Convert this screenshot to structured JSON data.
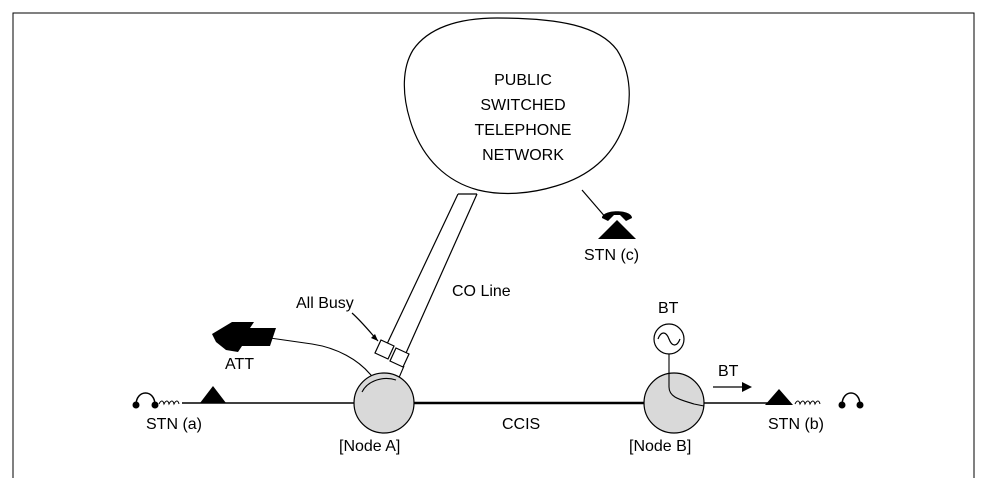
{
  "cloud": {
    "line1": "PUBLIC",
    "line2": "SWITCHED",
    "line3": "TELEPHONE",
    "line4": "NETWORK"
  },
  "labels": {
    "stn_a": "STN (a)",
    "stn_b": "STN (b)",
    "stn_c": "STN (c)",
    "node_a": "[Node A]",
    "node_b": "[Node B]",
    "ccis": "CCIS",
    "co_line": "CO Line",
    "all_busy": "All Busy",
    "att": "ATT",
    "bt_source": "BT",
    "bt_arrow": "BT"
  },
  "colors": {
    "node_fill": "#d9d9d9",
    "line": "#000000",
    "background": "#ffffff"
  },
  "icons": {
    "telephone": "telephone-icon",
    "attendant_console": "attendant-console-icon",
    "tone_generator": "sine-wave-icon",
    "station": "station-triangle-icon",
    "handset": "handset-cord-icon"
  }
}
